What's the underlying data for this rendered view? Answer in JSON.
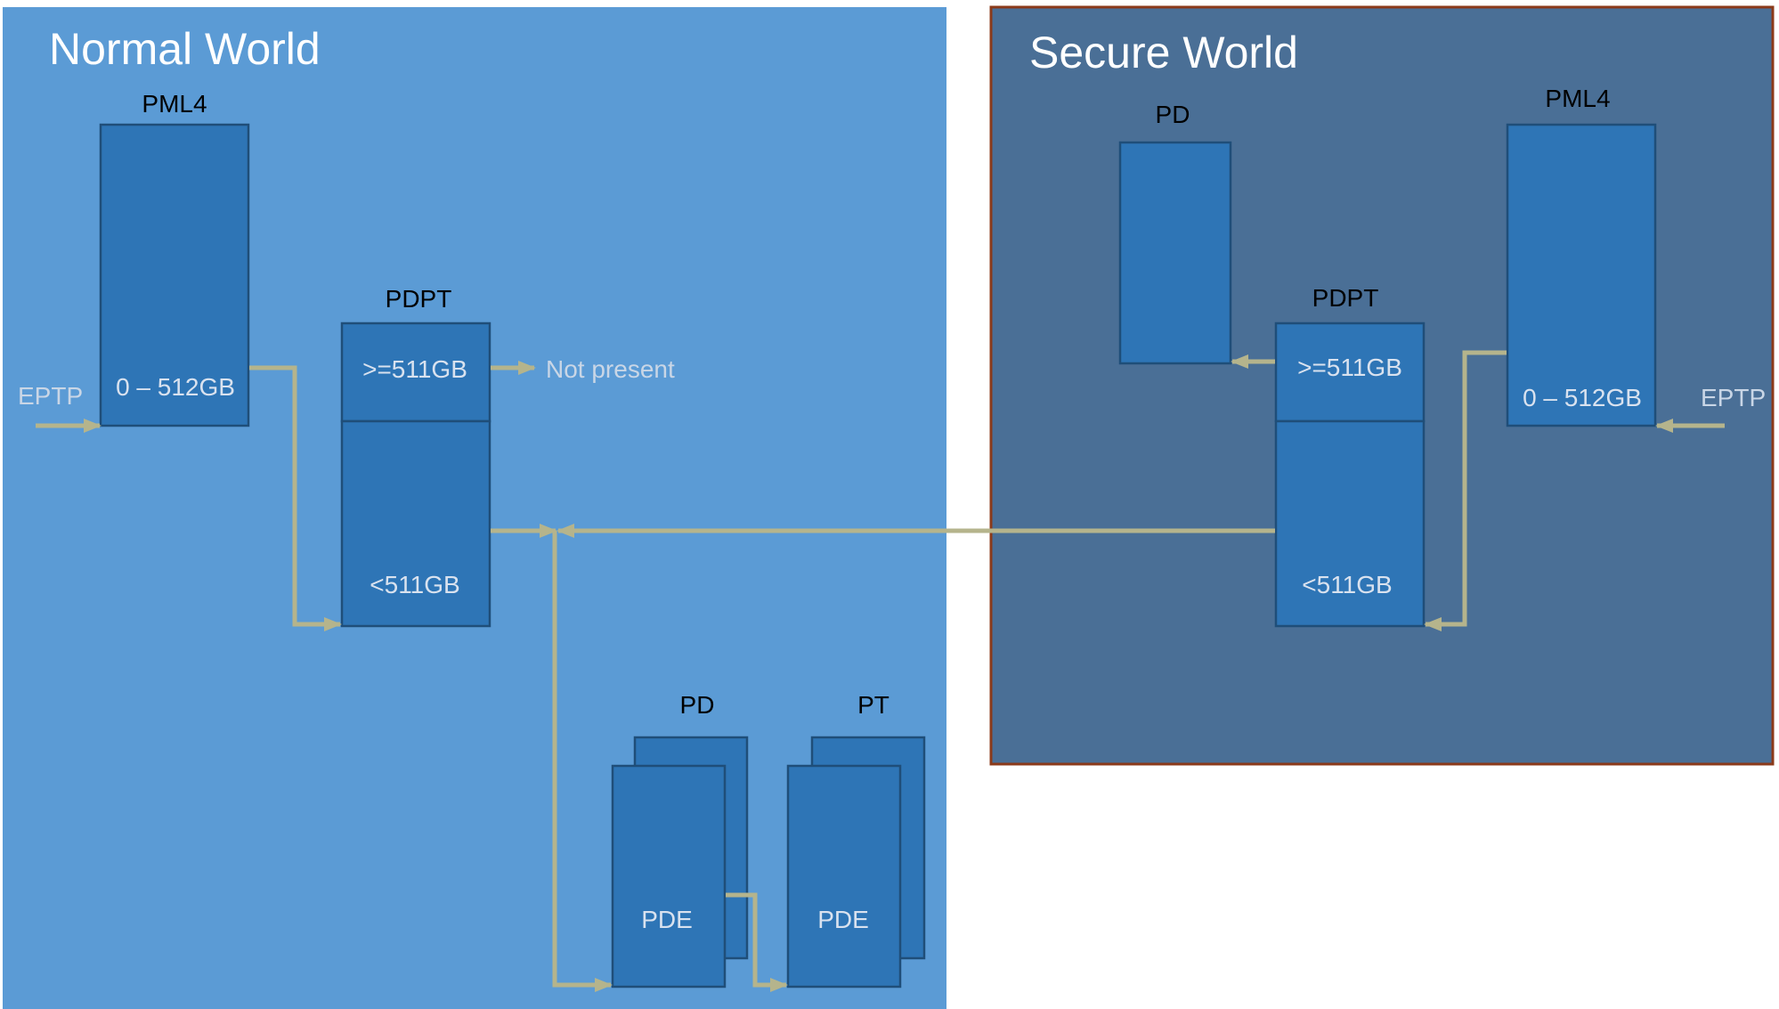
{
  "colors": {
    "normal_world_bg": "#5b9bd5",
    "secure_world_bg": "#4a6f96",
    "secure_world_border": "#8b3a1a",
    "table_box": "#2e75b6",
    "arrow": "#b5b48c"
  },
  "normal_world": {
    "title": "Normal World",
    "eptp": "EPTP",
    "pml4": {
      "label": "PML4",
      "entry": "0 – 512GB"
    },
    "pdpt": {
      "label": "PDPT",
      "entry_high": ">=511GB",
      "entry_low": "<511GB"
    },
    "not_present": "Not present",
    "pd": {
      "label": "PD",
      "entry": "PDE"
    },
    "pt": {
      "label": "PT",
      "entry": "PDE"
    }
  },
  "secure_world": {
    "title": "Secure World",
    "eptp": "EPTP",
    "pd": {
      "label": "PD"
    },
    "pml4": {
      "label": "PML4",
      "entry": "0 – 512GB"
    },
    "pdpt": {
      "label": "PDPT",
      "entry_high": ">=511GB",
      "entry_low": "<511GB"
    }
  }
}
